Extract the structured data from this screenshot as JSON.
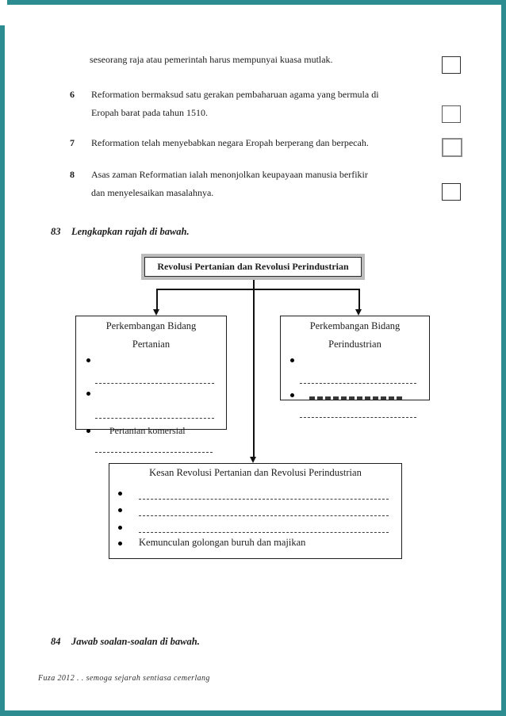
{
  "page": {
    "frame_color": "#2d8c90",
    "background": "#ffffff"
  },
  "statements": {
    "intro": "seseorang raja atau pemerintah harus mempunyai kuasa mutlak.",
    "items": [
      {
        "num": "6",
        "line1": "Reformation bermaksud satu gerakan pembaharuan agama yang bermula di",
        "line2": "Eropah barat pada tahun 1510."
      },
      {
        "num": "7",
        "line1": "Reformation telah menyebabkan negara Eropah berperang dan berpecah."
      },
      {
        "num": "8",
        "line1": "Asas zaman Reformatian ialah menonjolkan keupayaan manusia berfikir",
        "line2": "dan menyelesaikan masalahnya."
      }
    ],
    "checkbox_count": 4
  },
  "questions": {
    "q83_num": "83",
    "q83_text": "Lengkapkan rajah di bawah.",
    "q84_num": "84",
    "q84_text": "Jawab soalan-soalan di bawah."
  },
  "diagram": {
    "main_title": "Revolusi Pertanian dan Revolusi Perindustrian",
    "left_box_title1": "Perkembangan Bidang",
    "left_box_title2": "Pertanian",
    "left_bullet3_text": "Pertanian komersial",
    "right_box_title1": "Perkembangan Bidang",
    "right_box_title2": "Perindustrian",
    "kesan_title": "Kesan Revolusi Pertanian dan Revolusi Perindustrian",
    "kesan_bullet4_text": "Kemunculan golongan buruh dan majikan"
  },
  "footer": {
    "credit": "Fuza 2012 . . semoga sejarah sentiasa cemerlang"
  }
}
